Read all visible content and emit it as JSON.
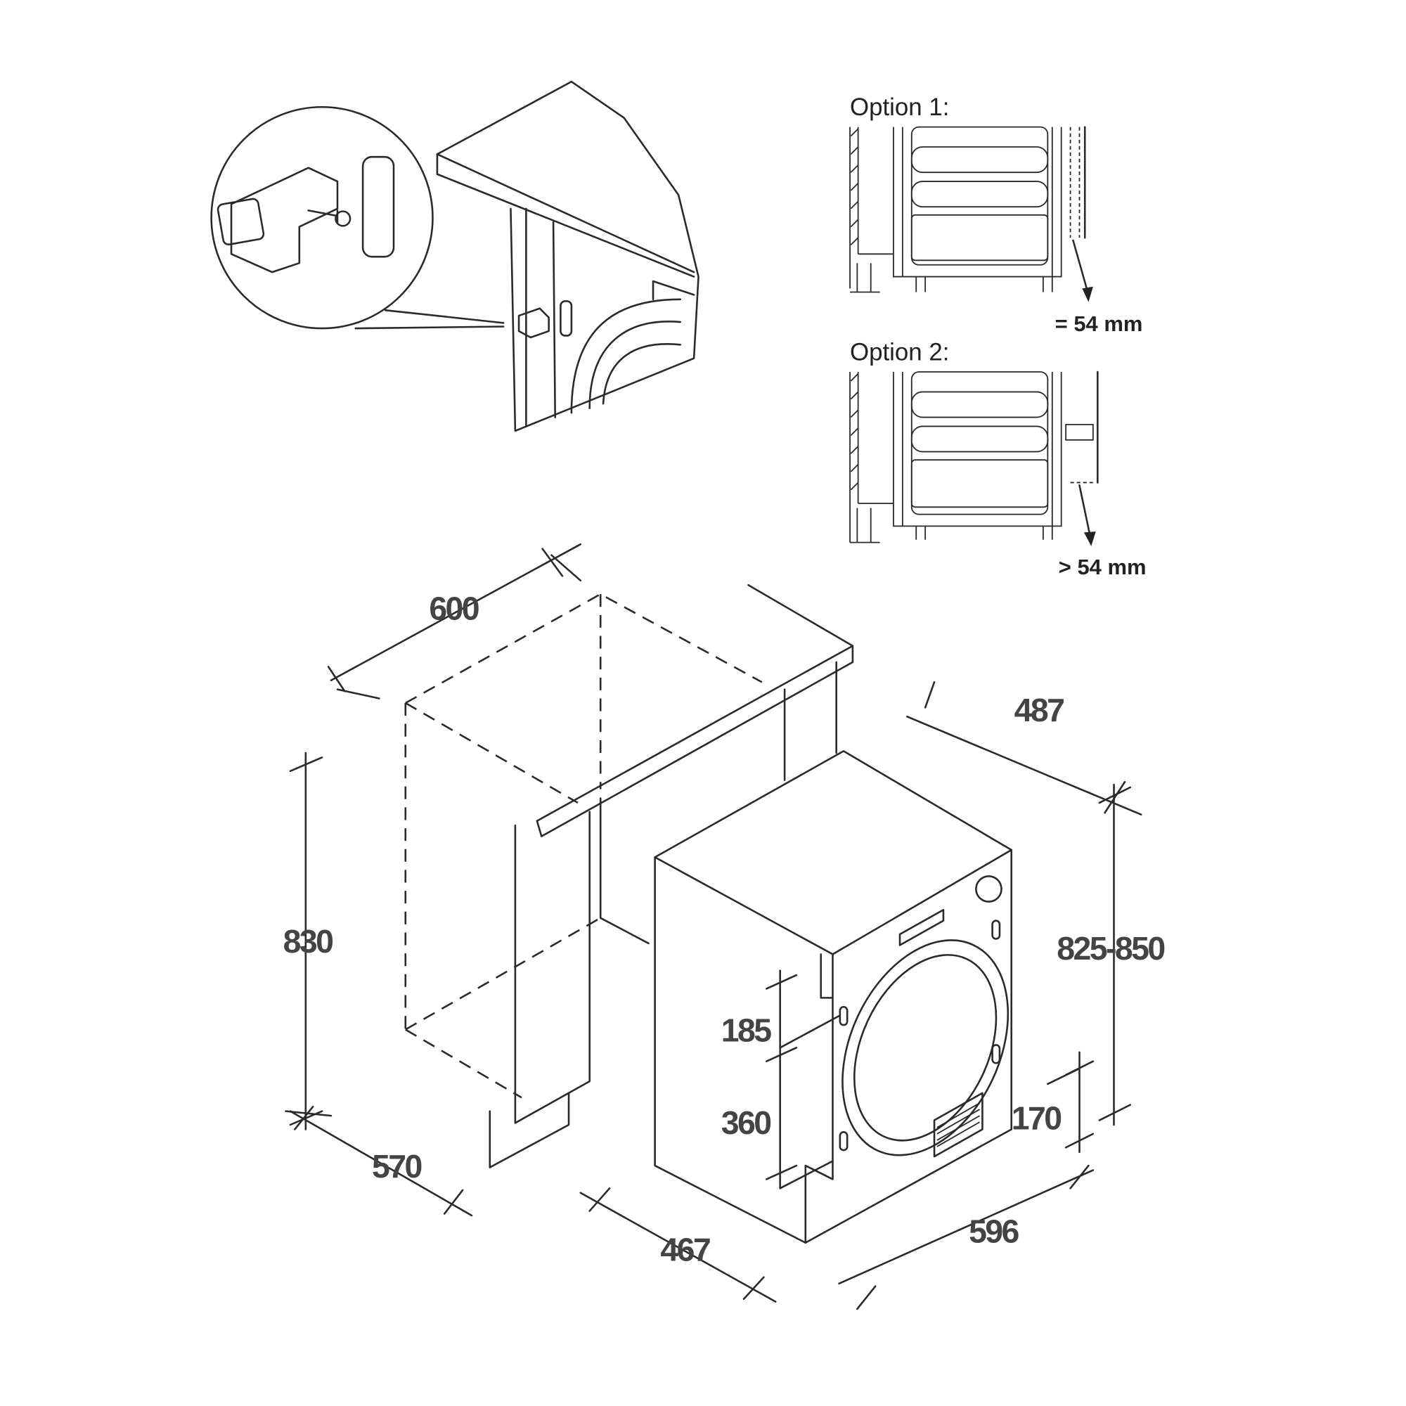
{
  "options": {
    "option1_label": "Option 1:",
    "option1_gap": "= 54 mm",
    "option2_label": "Option 2:",
    "option2_gap": "> 54 mm"
  },
  "dimensions": {
    "niche_width": "600",
    "niche_height": "830",
    "niche_depth": "570",
    "appliance_depth_top": "487",
    "appliance_height": "825-850",
    "door_hinge_upper": "185",
    "door_hinge_lower": "360",
    "plinth_height": "170",
    "appliance_depth": "467",
    "appliance_width": "596"
  }
}
